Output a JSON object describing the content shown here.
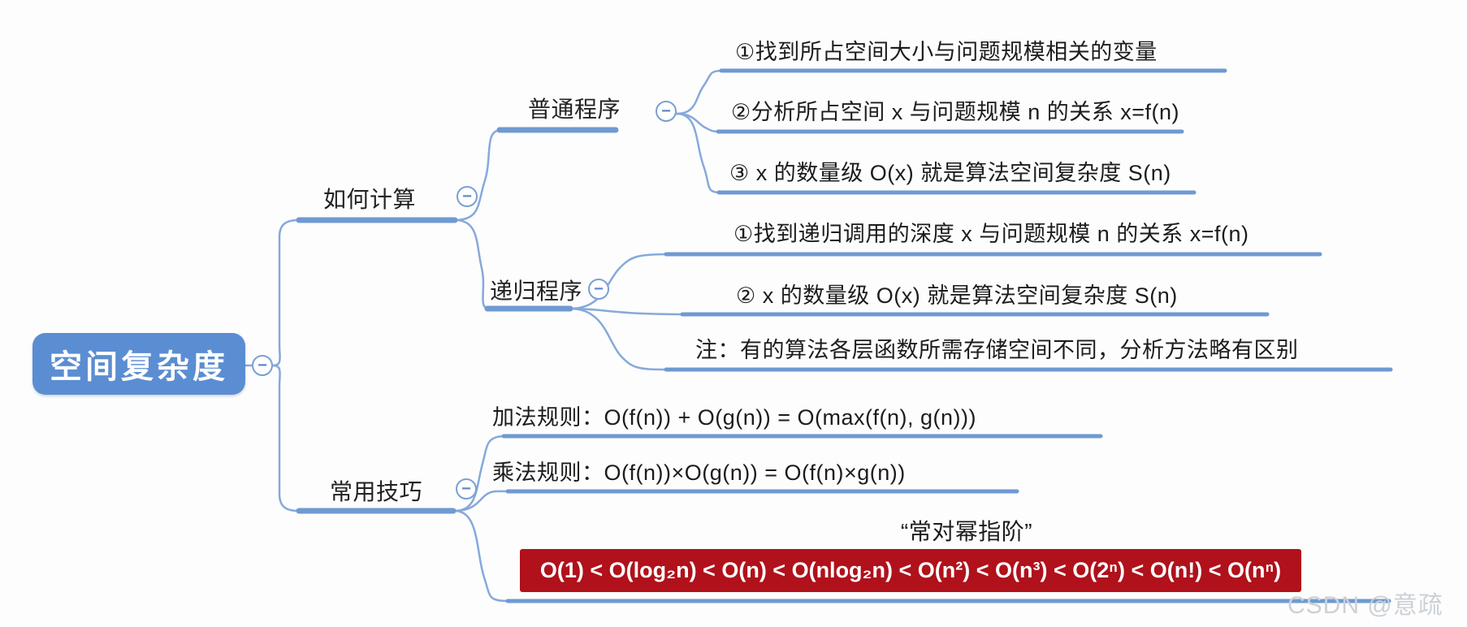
{
  "colors": {
    "node_blue": "#5b8dd3",
    "line_blue": "#6f9ad2",
    "curve_blue": "#86a9da",
    "order_red": "#b0111b",
    "text": "#1f1f1f",
    "watermark_gray": "#ccd1d6"
  },
  "icons": {
    "minus": "−"
  },
  "root": {
    "label": "空间复杂度"
  },
  "branches": [
    {
      "label": "如何计算",
      "children": [
        {
          "label": "普通程序",
          "items": [
            "①找到所占空间大小与问题规模相关的变量",
            "②分析所占空间 x 与问题规模 n 的关系 x=f(n)",
            "③ x 的数量级 O(x) 就是算法空间复杂度 S(n)"
          ]
        },
        {
          "label": "递归程序",
          "items": [
            "①找到递归调用的深度 x 与问题规模 n 的关系 x=f(n)",
            "② x 的数量级 O(x) 就是算法空间复杂度 S(n)",
            "注：有的算法各层函数所需存储空间不同，分析方法略有区别"
          ]
        }
      ]
    },
    {
      "label": "常用技巧",
      "items": [
        "加法规则：O(f(n)) + O(g(n)) = O(max(f(n), g(n)))",
        "乘法规则：O(f(n))×O(g(n)) = O(f(n)×g(n))"
      ],
      "quote": "“常对幂指阶”",
      "order": "O(1) < O(log₂n) < O(n) < O(nlog₂n) < O(n²) < O(n³) < O(2ⁿ) < O(n!) < O(nⁿ)"
    }
  ],
  "watermark": "CSDN @意疏"
}
